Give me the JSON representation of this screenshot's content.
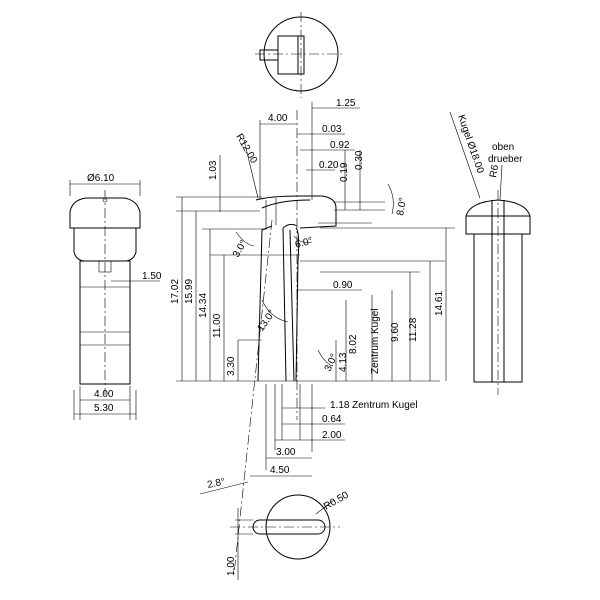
{
  "dims": {
    "d_6_10": "Ø6.10",
    "d_1_50": "1.50",
    "d_4_00_left": "4.00",
    "d_5_30": "5.30",
    "d_1_25": "1.25",
    "d_4_00_top": "4.00",
    "d_0_03": "0.03",
    "d_0_92": "0.92",
    "d_0_20": "0.20",
    "d_0_19": "0.19",
    "d_0_30": "0.30",
    "d_r12": "R12.00",
    "d_1_03": "1.03",
    "d_8deg": "8.0°",
    "d_3deg_a": "3.0°",
    "d_6deg": "6.0°",
    "d_17_02": "17.02",
    "d_15_99": "15.99",
    "d_14_34": "14.34",
    "d_11_00": "11.00",
    "d_3_30": "3.30",
    "d_13deg": "13.0°",
    "d_0_90": "0.90",
    "d_8_02": "8.02",
    "d_4_13": "4.13",
    "d_3deg_b": "3.0°",
    "d_9_60": "9.60",
    "d_11_28": "11.28",
    "d_14_61": "14.61",
    "d_1_18": "1.18",
    "d_0_64": "0.64",
    "d_2_00": "2.00",
    "d_3_00": "3.00",
    "d_4_50": "4.50",
    "d_2_8deg": "2.8°",
    "d_r0_50": "R0.50",
    "d_1_00": "1.00"
  },
  "labels": {
    "zentrum_kugel_vertical": "Zentrum Kugel",
    "zentrum_kugel_bottom": "Zentrum Kugel",
    "kugel": "Kugel Ø18.00",
    "oben": "oben",
    "drueber": "drueber",
    "r6": "R6"
  }
}
